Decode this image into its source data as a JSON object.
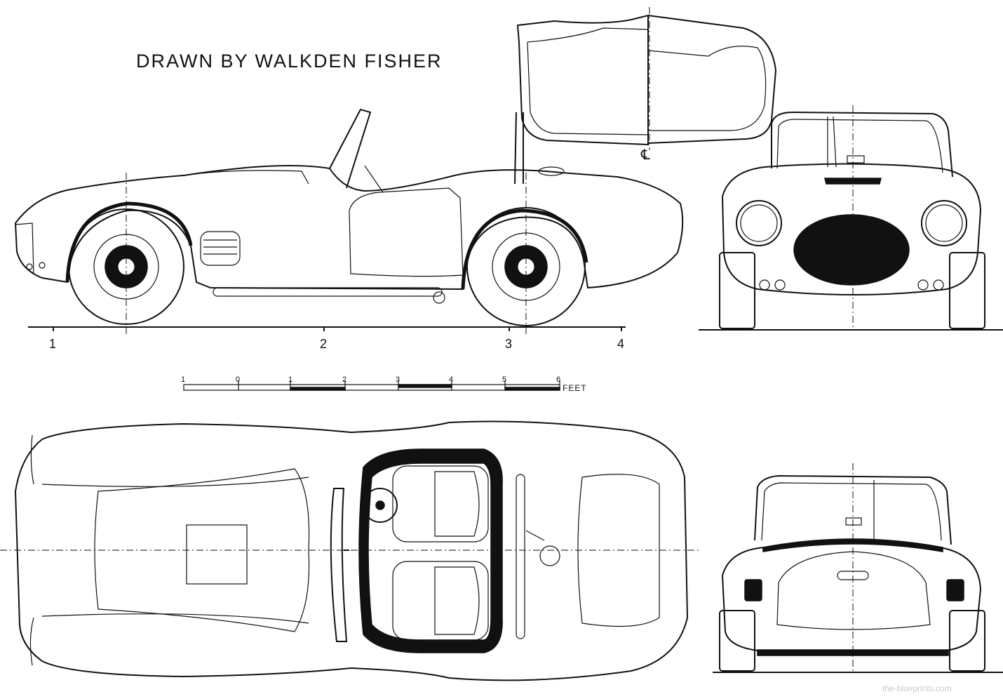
{
  "credit": "DRAWN BY WALKDEN FISHER",
  "centerline_mark": "℄",
  "side_ruler": {
    "labels": [
      "1",
      "2",
      "3",
      "4"
    ]
  },
  "scale_bar": {
    "labels": [
      "1",
      "0",
      "1",
      "2",
      "3",
      "4",
      "5",
      "6"
    ],
    "unit": "FEET"
  },
  "watermark": "the-blueprints.com",
  "views": [
    "side-view",
    "windscreen-view",
    "front-view",
    "top-view",
    "rear-view"
  ]
}
